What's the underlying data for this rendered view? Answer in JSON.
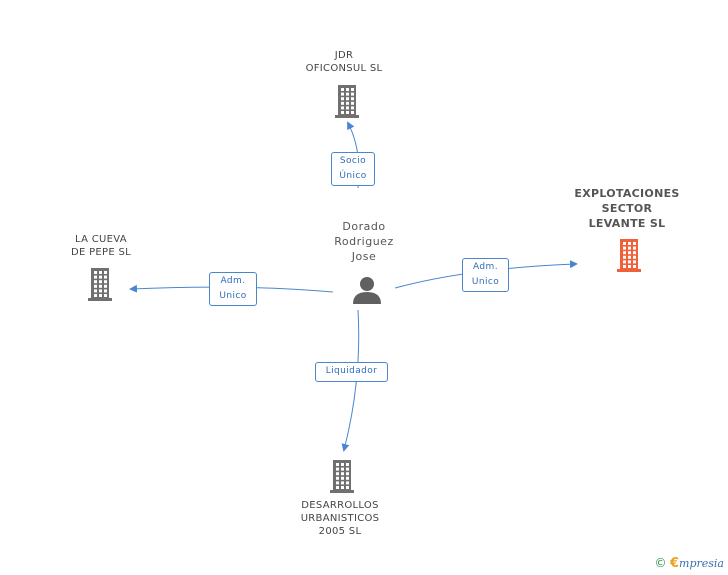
{
  "colors": {
    "edge": "#4a86d0",
    "building_default": "#707070",
    "building_highlight": "#f0613a",
    "person": "#606060"
  },
  "center": {
    "name": "Dorado\nRodriguez\nJose",
    "icon": "person-icon"
  },
  "companies": [
    {
      "id": "jdr",
      "name": "JDR\nOFICONSUL SL",
      "icon": "building-icon",
      "highlight": false
    },
    {
      "id": "explotaciones",
      "name": "EXPLOTACIONES\nSECTOR\nLEVANTE SL",
      "icon": "building-icon",
      "highlight": true
    },
    {
      "id": "cueva",
      "name": "LA CUEVA\nDE PEPE  SL",
      "icon": "building-icon",
      "highlight": false
    },
    {
      "id": "desarrollos",
      "name": "DESARROLLOS\nURBANISTICOS\n2005 SL",
      "icon": "building-icon",
      "highlight": false
    }
  ],
  "relations": [
    {
      "to": "jdr",
      "label": "Socio\nÚnico"
    },
    {
      "to": "explotaciones",
      "label": "Adm.\nUnico"
    },
    {
      "to": "cueva",
      "label": "Adm.\nUnico"
    },
    {
      "to": "desarrollos",
      "label": "Liquidador"
    }
  ],
  "footer": {
    "copyright_icon": "copyright-icon",
    "brand_initial": "€",
    "brand_rest": "mpresia"
  }
}
